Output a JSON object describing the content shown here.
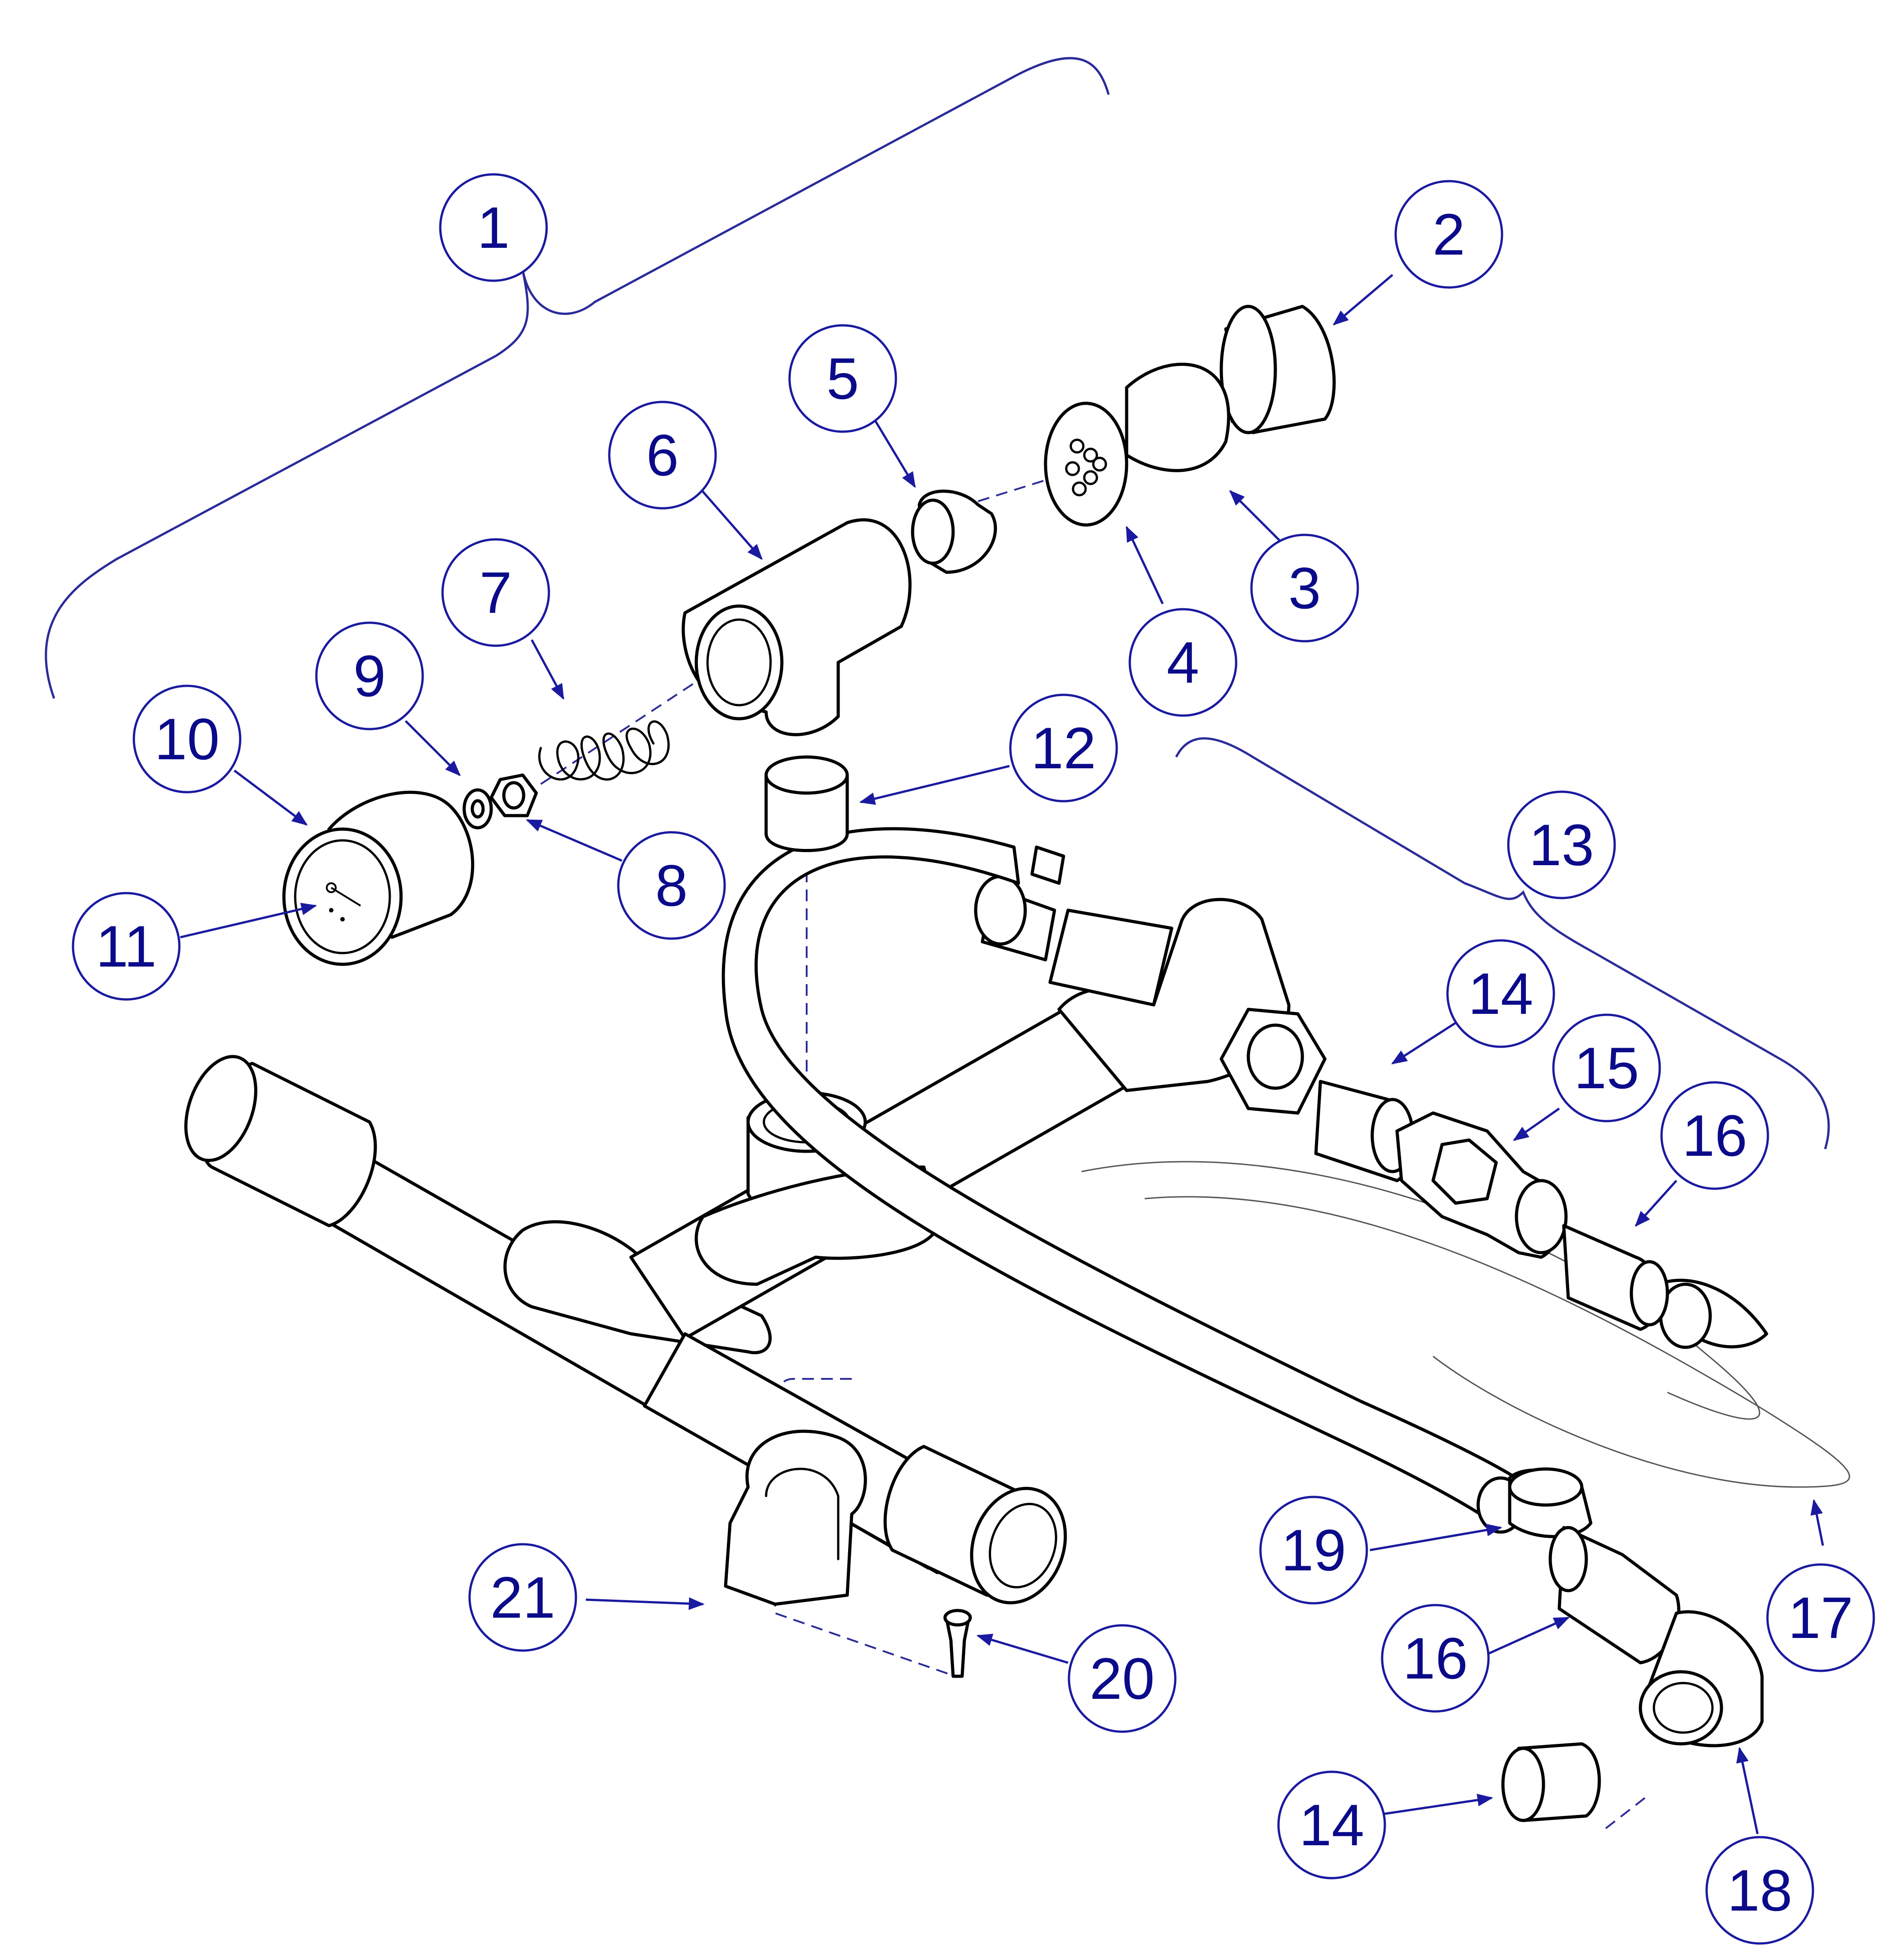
{
  "diagram": {
    "type": "exploded-parts-diagram",
    "colors": {
      "callout": "#1a1aa0",
      "callout_text": "#0a0a8a",
      "bracket": "#2b2b9a",
      "line_art": "#000000"
    },
    "callouts": [
      {
        "id": "1",
        "label": "1"
      },
      {
        "id": "2",
        "label": "2"
      },
      {
        "id": "3",
        "label": "3"
      },
      {
        "id": "4",
        "label": "4"
      },
      {
        "id": "5",
        "label": "5"
      },
      {
        "id": "6",
        "label": "6"
      },
      {
        "id": "7",
        "label": "7"
      },
      {
        "id": "8",
        "label": "8"
      },
      {
        "id": "9",
        "label": "9"
      },
      {
        "id": "10",
        "label": "10"
      },
      {
        "id": "11",
        "label": "11"
      },
      {
        "id": "12",
        "label": "12"
      },
      {
        "id": "13",
        "label": "13"
      },
      {
        "id": "14a",
        "label": "14"
      },
      {
        "id": "15",
        "label": "15"
      },
      {
        "id": "16a",
        "label": "16"
      },
      {
        "id": "17",
        "label": "17"
      },
      {
        "id": "18",
        "label": "18"
      },
      {
        "id": "19",
        "label": "19"
      },
      {
        "id": "16b",
        "label": "16"
      },
      {
        "id": "20",
        "label": "20"
      },
      {
        "id": "21",
        "label": "21"
      },
      {
        "id": "14b",
        "label": "14"
      }
    ]
  }
}
